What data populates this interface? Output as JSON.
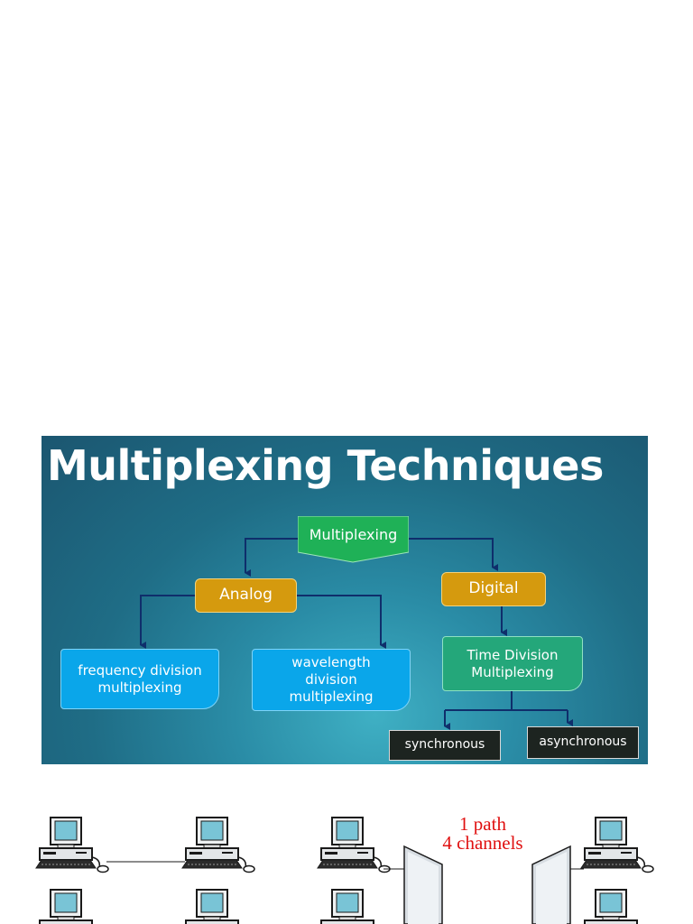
{
  "slide": {
    "title": "Multiplexing Techniques",
    "colors": {
      "orange": "#d59a0e",
      "blue": "#0aa6ea",
      "teal": "#24a77a",
      "green": "#1fb157",
      "dark": "#1d2420",
      "connector": "#0f2e6b"
    },
    "nodes": {
      "multiplexing": "Multiplexing",
      "analog": "Analog",
      "digital": "Digital",
      "fdm": [
        "frequency division",
        "multiplexing"
      ],
      "wdm": [
        "wavelength",
        "division",
        "multiplexing"
      ],
      "tdm": [
        "Time Division",
        "Multiplexing"
      ],
      "synchronous": "synchronous",
      "asynchronous": "asynchronous"
    }
  },
  "network": {
    "label_line1": "1 path",
    "label_line2": "4 channels",
    "icons": [
      "computer-icon",
      "panel-icon"
    ],
    "text_color": "#e01010"
  }
}
